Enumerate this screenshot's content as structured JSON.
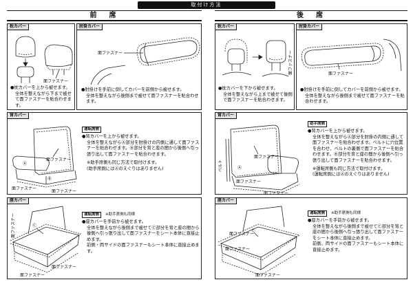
{
  "title": "取付け方法",
  "labels": {
    "fastener": "面ファスナー",
    "a": "Ⓐ",
    "b": "Ⓑ",
    "c": "Ⓒ",
    "belt": "ベルト"
  },
  "front": {
    "heading": "前　席",
    "headrest": {
      "tab": "枕カバー",
      "lead": "●枕カバーを上から被せます。",
      "body": "全体を整えながら下まで被せて面ファスナーを貼合わせます。"
    },
    "armrest": {
      "tab": "肘掛カバー",
      "lead": "●肘掛けを手前に倒してカバーを前側から被せます。",
      "body": "全体を整えながら後側まで被せて面ファスナーを貼合わせます。"
    },
    "back": {
      "tab": "背カバー",
      "badge": "運転席側",
      "lead": "●背カバーを上から被せます。",
      "body": "全体を整えながらⒶ部分を肘掛けの内側に通して面ファスナーを貼合わせます。Ⓑ部分を背と座の間から後側へ引っ張り出して面ファスナーを貼合わせます。",
      "note1": "※助手席側も同じ方法で取付けます。",
      "note2": "(助手席側にはⒶのえぐりはありません)"
    },
    "seat": {
      "tab": "座カバー",
      "badge": "運転席側",
      "aside": "※助手席側も同様",
      "lead": "●座カバーを手前から被せます。",
      "body": "全体を整えながら後側まで被せてⒸ部分を背と座の間から後側へ引っ張り出して面ファスナーをシート本体に直接止めます。",
      "body2": "前側・両サイドの面ファスナーもシート本体に直接止めます。"
    }
  },
  "rear": {
    "heading": "後　席",
    "headrest": {
      "tab": "枕カバー",
      "lead": "●枕カバーを下から被せます。",
      "body": "全体を整えながら上まで被せて後側で面ファスナーを貼合わせます。"
    },
    "armrest": {
      "tab": "肘掛カバー",
      "lead": "●肘掛けを手前に倒してカバーを前側から被せます。",
      "body": "全体を整えながら後側まで被せて面ファスナーを貼合わせます。"
    },
    "back": {
      "tab": "背カバー",
      "badge": "助手席側",
      "lead": "●背カバーを上から被せます。",
      "body": "全体を整えながらⒶ部分を肘掛の内側に通して面ファスナーを貼合わせます。ベルトに穴位置を合わせ、ベルトの裏側で面ファスナーを貼合わせます。Ⓑ部分を背と座の間から後側へ引っ張り出して面ファスナーを貼合わせます。",
      "note1": "※運転席側も同じ方法で取付けます。",
      "note2": "(運転席側にはⒶのえぐりはありません)"
    },
    "seat": {
      "tab": "座カバー",
      "badge": "運転席側",
      "aside": "※助手席側も同様",
      "lead": "●座カバーを手前から被せます。",
      "body": "全体を整えながら後側まで被せてⒸ部分を背と座の間から後側へ引っ張り出して面ファスナーをシート本体に直接止めます。",
      "body2": "前側、両サイドの面ファスナーもシート本体に直接止めます。"
    }
  }
}
